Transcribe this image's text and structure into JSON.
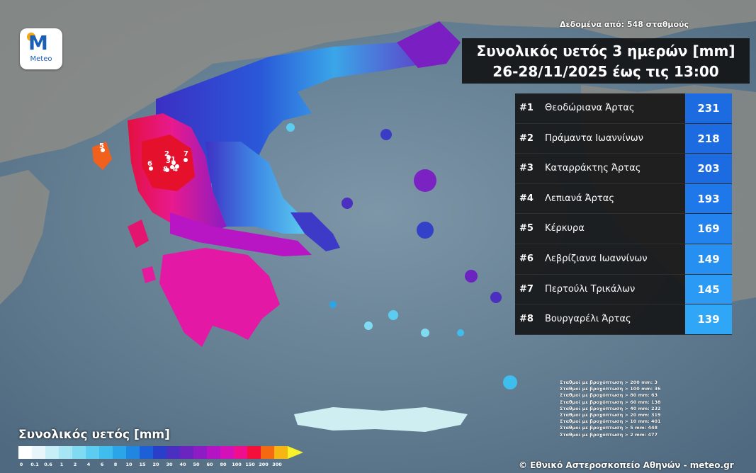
{
  "source_note": "Δεδομένα από: 548 σταθμούς",
  "title_line1": "Συνολικός υετός 3 ημερών [mm]",
  "title_line2": "26-28/11/2025 έως τις 13:00",
  "logo_text": "Meteo",
  "logo_icon": "meteo-logo",
  "ranking": [
    {
      "rank": "#1",
      "name": "Θεοδώριανα Άρτας",
      "value": "231",
      "color": "#1c6be0"
    },
    {
      "rank": "#2",
      "name": "Πράμαντα Ιωαννίνων",
      "value": "218",
      "color": "#1c6be0"
    },
    {
      "rank": "#3",
      "name": "Καταρράκτης Άρτας",
      "value": "203",
      "color": "#1c6be0"
    },
    {
      "rank": "#4",
      "name": "Λεπιανά Άρτας",
      "value": "193",
      "color": "#1f78ea"
    },
    {
      "rank": "#5",
      "name": "Κέρκυρα",
      "value": "169",
      "color": "#2283ee"
    },
    {
      "rank": "#6",
      "name": "Λεβρίζιανα Ιωαννίνων",
      "value": "149",
      "color": "#2590f2"
    },
    {
      "rank": "#7",
      "name": "Περτούλι Τρικάλων",
      "value": "145",
      "color": "#2a9af4"
    },
    {
      "rank": "#8",
      "name": "Βουργαρέλι Άρτας",
      "value": "139",
      "color": "#30a6f6"
    }
  ],
  "stations_lines": [
    "Σταθμοί με βροχόπτωση > 200 mm: 3",
    "Σταθμοί με βροχόπτωση > 100 mm: 36",
    "Σταθμοί με βροχόπτωση > 80 mm: 63",
    "Σταθμοί με βροχόπτωση > 60 mm: 138",
    "Σταθμοί με βροχόπτωση > 40 mm: 232",
    "Σταθμοί με βροχόπτωση > 20 mm: 319",
    "Σταθμοί με βροχόπτωση > 10 mm: 401",
    "Σταθμοί με βροχόπτωση > 5 mm: 448",
    "Σταθμοί με βροχόπτωση > 2 mm: 477"
  ],
  "legend": {
    "title": "Συνολικός υετός [mm]",
    "ticks": [
      "0",
      "0.1",
      "0.6",
      "1",
      "2",
      "4",
      "6",
      "8",
      "10",
      "15",
      "20",
      "30",
      "40",
      "50",
      "60",
      "80",
      "100",
      "150",
      "200",
      "300"
    ],
    "colors": [
      "#ffffff",
      "#e8f6fb",
      "#c8eef7",
      "#a6e5f4",
      "#80daf2",
      "#5ccdf0",
      "#3fbdec",
      "#2aa6e8",
      "#1f86e2",
      "#1d5fd6",
      "#2a3fc9",
      "#4a2fc0",
      "#6b24c0",
      "#8e1cc4",
      "#b414c4",
      "#d410b8",
      "#ee0e8e",
      "#f4103a",
      "#f56a10",
      "#f5b614"
    ]
  },
  "map_labels": [
    {
      "id": "1",
      "label": "1"
    },
    {
      "id": "2",
      "label": "2"
    },
    {
      "id": "3",
      "label": "3"
    },
    {
      "id": "4",
      "label": "4"
    },
    {
      "id": "5",
      "label": "5"
    },
    {
      "id": "6",
      "label": "6"
    },
    {
      "id": "7",
      "label": "7"
    },
    {
      "id": "8",
      "label": "8"
    }
  ],
  "copyright": "© Εθνικό Αστεροσκοπείο Αθηνών - meteo.gr"
}
